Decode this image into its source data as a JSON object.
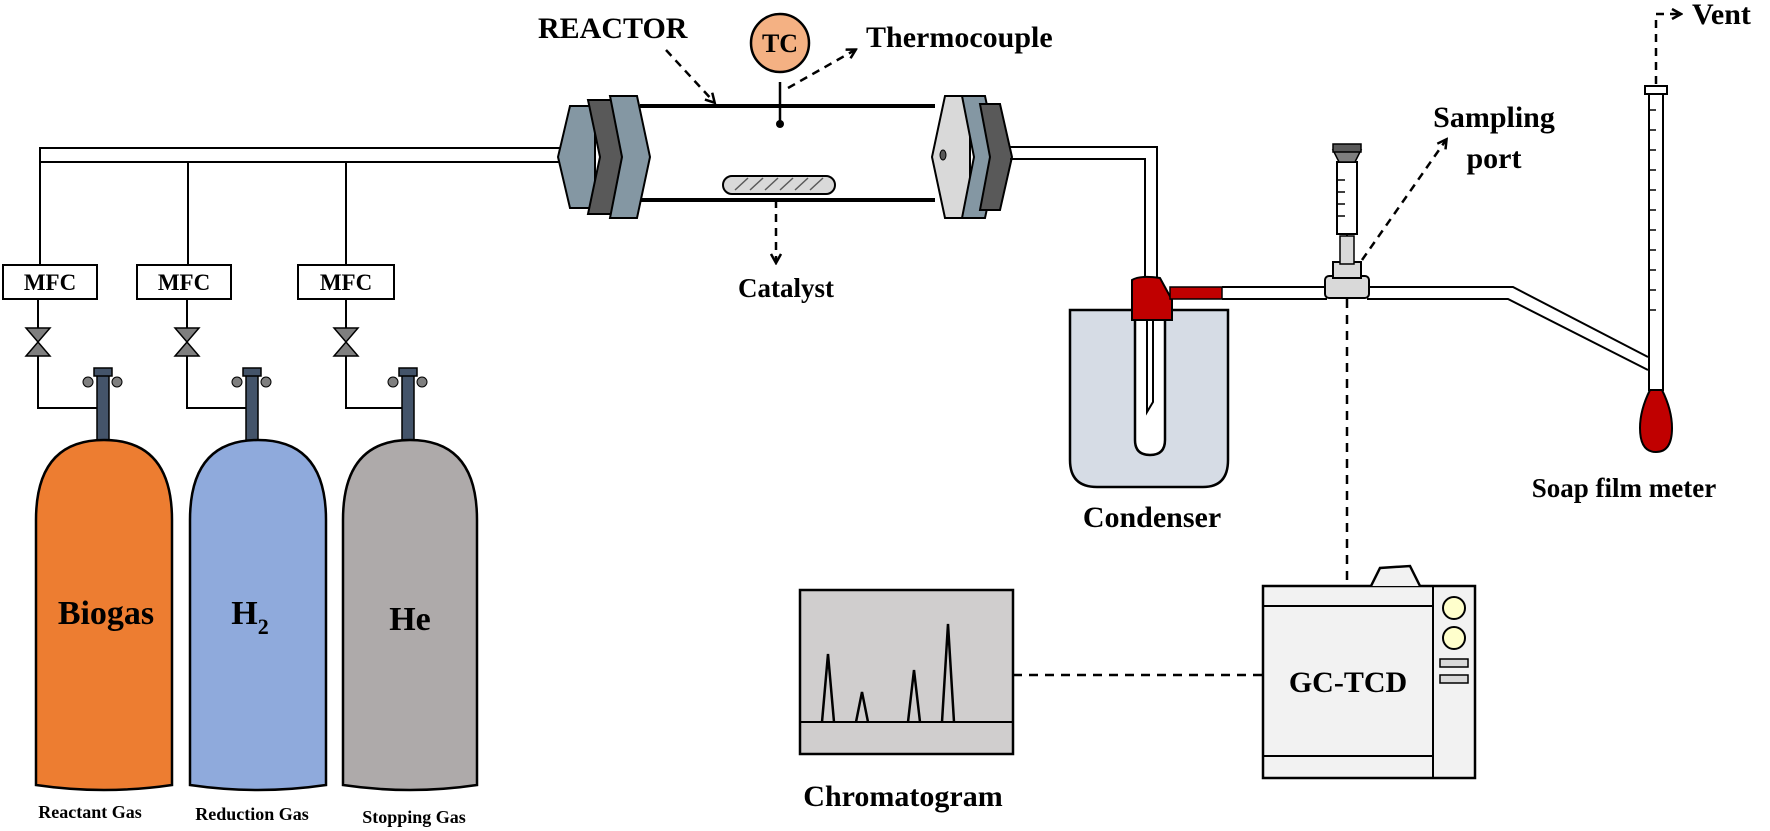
{
  "labels": {
    "reactor": "REACTOR",
    "thermocouple": "Thermocouple",
    "tc": "TC",
    "catalyst": "Catalyst",
    "sampling_port_line1": "Sampling",
    "sampling_port_line2": "port",
    "vent": "Vent",
    "condenser": "Condenser",
    "soap_film_meter": "Soap film meter",
    "chromatogram": "Chromatogram",
    "gc_tcd": "GC-TCD"
  },
  "mfcs": [
    {
      "label": "MFC"
    },
    {
      "label": "MFC"
    },
    {
      "label": "MFC"
    }
  ],
  "cylinders": [
    {
      "name": "Biogas",
      "sub": "",
      "caption": "Reactant Gas",
      "color": "#ed7d31"
    },
    {
      "name": "H",
      "sub": "2",
      "caption": "Reduction Gas",
      "color": "#8faadc"
    },
    {
      "name": "He",
      "sub": "",
      "caption": "Stopping Gas",
      "color": "#aeaaaa"
    }
  ],
  "colors": {
    "accent_red": "#c00000",
    "tc_fill": "#f4b183",
    "flange_light": "#8497a3",
    "flange_dark": "#595959",
    "condenser_bath": "#d6dce5",
    "panel_gray": "#d0cece"
  }
}
